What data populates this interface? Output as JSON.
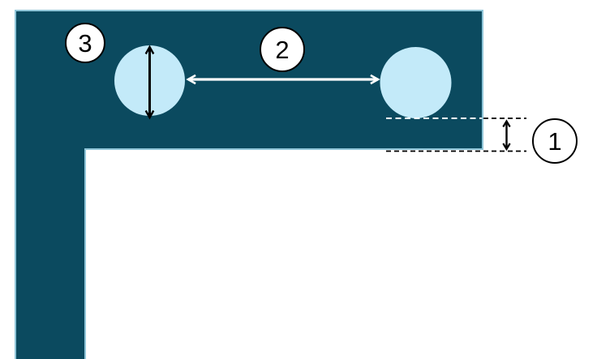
{
  "colors": {
    "background": "#ffffff",
    "panel_fill": "#0b4a5f",
    "panel_stroke": "#8fc5d8",
    "circle_fill": "#c3eaf9",
    "arrow_light": "#ffffff",
    "arrow_dark": "#000000",
    "callout_fill": "#ffffff",
    "callout_border": "#000000"
  },
  "callouts": [
    {
      "label": "3"
    },
    {
      "label": "2"
    },
    {
      "label": "1"
    }
  ]
}
